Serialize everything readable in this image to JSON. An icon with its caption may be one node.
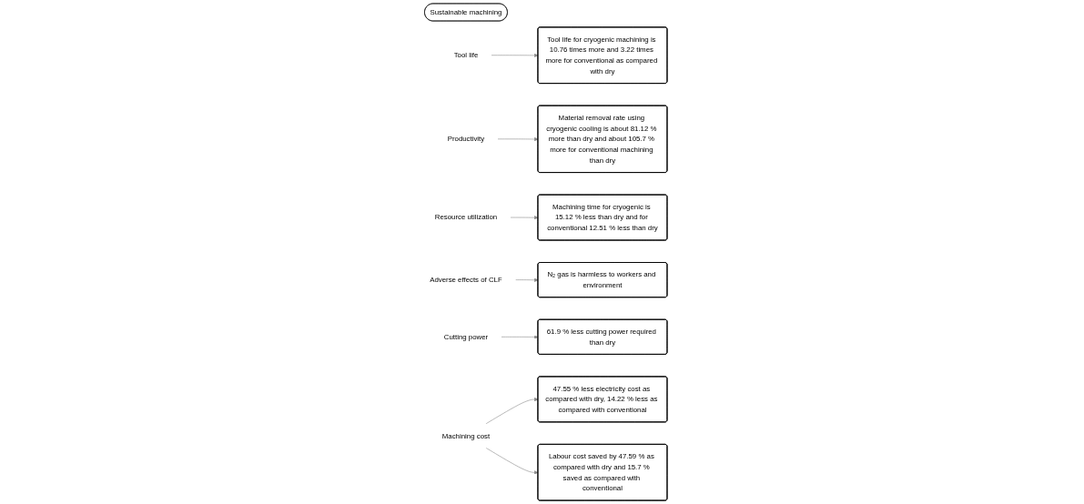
{
  "diagram": {
    "nodes": [
      {
        "text": [
          "Sustainable machining"
        ]
      },
      {
        "text": [
          "Tool life"
        ]
      },
      {
        "text": [
          "Productivity"
        ]
      },
      {
        "text": [
          "Resource utilization"
        ]
      },
      {
        "text": [
          "Tool life for cryogenic machining is 10.76 times more and 3.22 times more for conventional as compared with dry"
        ]
      },
      {
        "text": [
          "Material removal rate using cryogenic cooling is about 81.12 % more than dry and about 105.7 % more for conventional machining than dry"
        ]
      },
      {
        "text": [
          "Machining time for cryogenic is 15.12 % less than dry and for conventional 12.51 % less than dry"
        ]
      },
      {
        "text": [
          "Adverse effects of CLF"
        ]
      },
      {
        "text": [
          "Cutting power"
        ]
      },
      {
        "text": [
          "Machining cost"
        ]
      },
      {
        "text": [
          "N₂ gas is harmless to workers and environment"
        ]
      },
      {
        "text": [
          "61.9 % less cutting power required than dry"
        ]
      },
      {
        "text": [
          "47.55 % less electricity cost as compared with dry, 14.22 % less as compared with conventional"
        ]
      },
      {
        "text": [
          "Labour cost saved by 47.59 % as compared with dry and 15.7 % saved as compared with conventional"
        ]
      }
    ],
    "edges": [
      {
        "from": 1,
        "to": 4,
        "arrow": "to"
      },
      {
        "from": 2,
        "to": 5,
        "arrow": "to"
      },
      {
        "from": 3,
        "to": 6,
        "arrow": "to"
      },
      {
        "from": 7,
        "to": 10,
        "arrow": "to"
      },
      {
        "from": 8,
        "to": 11,
        "arrow": "to"
      },
      {
        "from": 9,
        "to": 12,
        "arrow": "to"
      },
      {
        "from": 9,
        "to": 13,
        "arrow": "to"
      }
    ]
  }
}
